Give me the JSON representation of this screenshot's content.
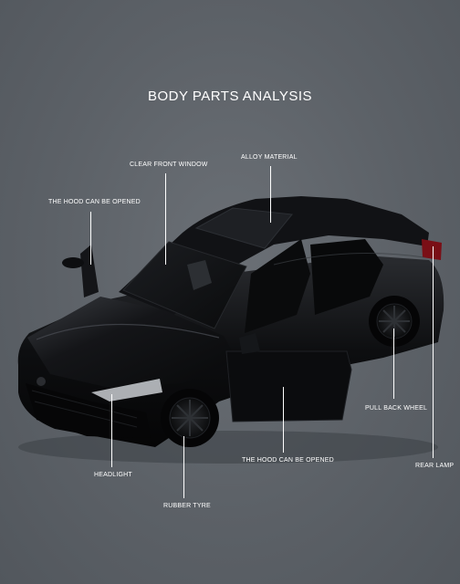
{
  "title": "BODY PARTS ANALYSIS",
  "labels": {
    "clear_front_window": "CLEAR FRONT WINDOW",
    "alloy_material": "ALLOY MATERIAL",
    "hood_opened_top": "THE HOOD CAN BE OPENED",
    "pull_back_wheel": "PULL BACK WHEEL",
    "rear_lamp": "REAR LAMP",
    "headlight": "HEADLIGHT",
    "hood_opened_bottom": "THE HOOD CAN BE OPENED",
    "rubber_tyre": "RUBBER TYRE"
  },
  "colors": {
    "background": "#5c6167",
    "car_body": "#0d0e10",
    "text": "#ffffff",
    "rear_lamp": "#7a0f16"
  }
}
